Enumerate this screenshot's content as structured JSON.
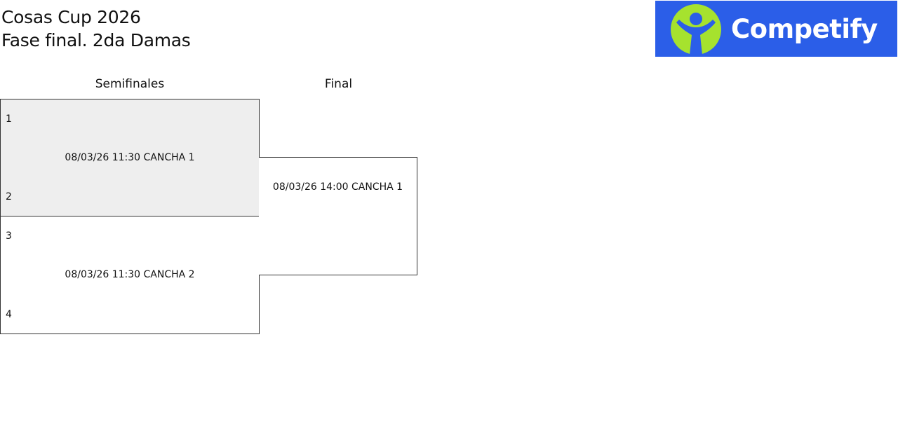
{
  "header": {
    "title": "Cosas Cup 2026",
    "subtitle": "Fase final. 2da Damas"
  },
  "logo": {
    "text": "Competify",
    "icon": "person-icon",
    "background_color": "#2b5ee8",
    "accent_color": "#a6e22e"
  },
  "bracket": {
    "rounds": [
      {
        "label": "Semifinales"
      },
      {
        "label": "Final"
      }
    ],
    "semifinals": [
      {
        "seed_top": "1",
        "seed_bottom": "2",
        "schedule": "08/03/26 11:30 CANCHA 1"
      },
      {
        "seed_top": "3",
        "seed_bottom": "4",
        "schedule": "08/03/26 11:30 CANCHA 2"
      }
    ],
    "final": {
      "schedule": "08/03/26 14:00 CANCHA 1"
    }
  }
}
